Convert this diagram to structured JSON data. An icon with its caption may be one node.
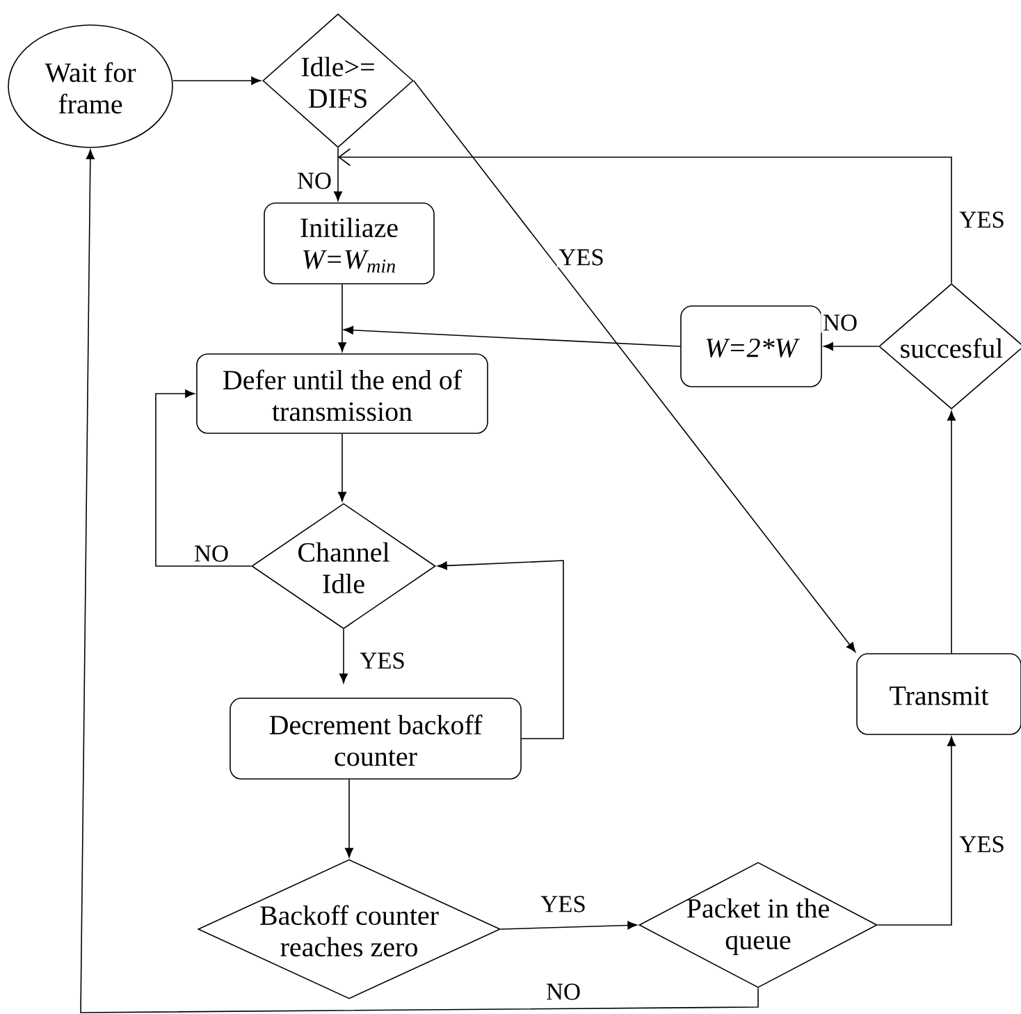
{
  "diagram": {
    "nodes": [
      {
        "text": [
          "Wait for frame"
        ]
      },
      {
        "text": [
          "Idle>= DIFS"
        ]
      },
      {
        "text": [
          "Initiliaze",
          "W=W$_{min}$"
        ]
      },
      {
        "text": [
          "Defer until the end of transmission"
        ]
      },
      {
        "text": [
          "Channel Idle"
        ]
      },
      {
        "text": [
          "Decrement backoff counter"
        ]
      },
      {
        "text": [
          "Backoff counter reaches zero"
        ]
      },
      {
        "text": [
          "Packet in the queue"
        ]
      },
      {
        "text": [
          "Transmit"
        ]
      },
      {
        "text": [
          "W=2*W"
        ]
      },
      {
        "text": [
          "succesful"
        ]
      }
    ],
    "edges": [
      {
        "from": 0,
        "to": 1,
        "arrow": "to"
      },
      {
        "from": 1,
        "to": 2,
        "arrow": "to",
        "label": "NO"
      },
      {
        "from": 1,
        "to": 8,
        "arrow": "to",
        "label": "YES"
      },
      {
        "from": 2,
        "to": 3,
        "arrow": "to"
      },
      {
        "from": 10,
        "to": 9,
        "arrow": "to",
        "label": "NO"
      },
      {
        "from": 9,
        "to": 3,
        "arrow": "to"
      },
      {
        "from": 10,
        "to": 1,
        "arrow": "to",
        "label": "YES"
      },
      {
        "from": 3,
        "to": 4,
        "arrow": "to"
      },
      {
        "from": 4,
        "to": 3,
        "arrow": "to",
        "label": "NO"
      },
      {
        "from": 4,
        "to": 5,
        "arrow": "to",
        "label": "YES"
      },
      {
        "from": 5,
        "to": 4,
        "arrow": "to"
      },
      {
        "from": 5,
        "to": 6,
        "arrow": "to"
      },
      {
        "from": 6,
        "to": 7,
        "arrow": "to",
        "label": "YES"
      },
      {
        "from": 7,
        "to": 8,
        "arrow": "to",
        "label": "YES"
      },
      {
        "from": 8,
        "to": 10,
        "arrow": "to"
      },
      {
        "from": 7,
        "to": 0,
        "arrow": "to",
        "label": "NO"
      }
    ]
  }
}
